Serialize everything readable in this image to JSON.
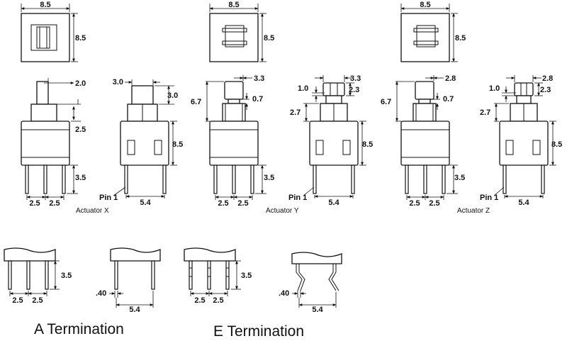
{
  "dimensions": {
    "top_width": "8.5",
    "top_height": "8.5",
    "d_2_0": "2.0",
    "d_2_5": "2.5",
    "d_3_5": "3.5",
    "d_3_0": "3.0",
    "d_8_5": "8.5",
    "d_5_4": "5.4",
    "d_3_3": "3.3",
    "d_6_7": "6.7",
    "d_0_7": "0.7",
    "d_1_0": "1.0",
    "d_2_3": "2.3",
    "d_2_7": "2.7",
    "d_2_8": "2.8",
    "d_0_40": ".40"
  },
  "labels": {
    "pin1": "Pin 1",
    "actuator_x": "Actuator X",
    "actuator_y": "Actuator Y",
    "actuator_z": "Actuator Z",
    "a_termination": "A Termination",
    "e_termination": "E Termination"
  }
}
